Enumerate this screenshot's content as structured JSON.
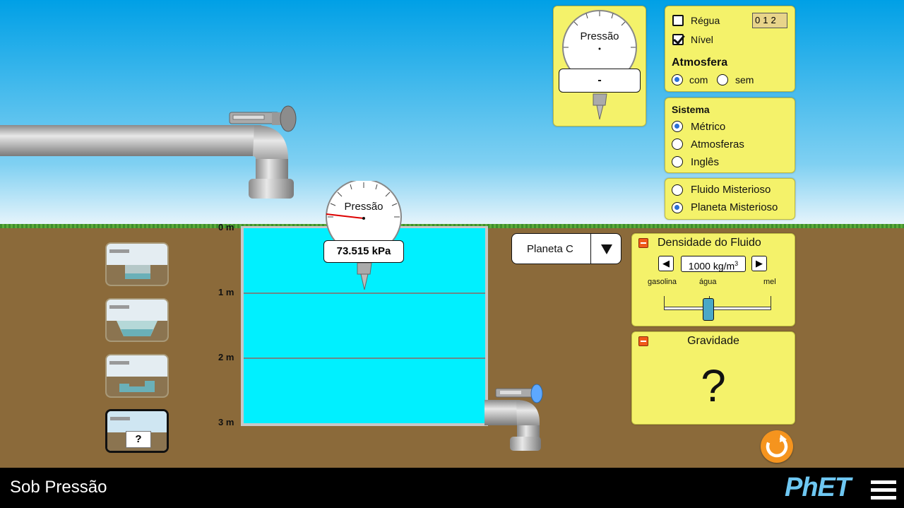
{
  "app": {
    "title": "Sob Pressão",
    "logo": "PhET"
  },
  "depth_labels": [
    "0 m",
    "1 m",
    "2 m",
    "3 m"
  ],
  "gauge_toolbox": {
    "label": "Pressão",
    "reading": "-"
  },
  "gauge_pool": {
    "label": "Pressão",
    "reading": "73.515 kPa"
  },
  "options": {
    "ruler_label": "Régua",
    "ruler_checked": false,
    "ruler_icon_ticks": [
      "0",
      "1",
      "2"
    ],
    "level_label": "Nível",
    "level_checked": true,
    "atmosphere_title": "Atmosfera",
    "atmosphere_on": "com",
    "atmosphere_off": "sem",
    "atmosphere_selected": "com"
  },
  "units": {
    "title": "Sistema",
    "items": [
      "Métrico",
      "Atmosferas",
      "Inglês"
    ],
    "selected": "Métrico"
  },
  "mystery": {
    "items": [
      "Fluido Misterioso",
      "Planeta Misterioso"
    ],
    "selected": "Planeta Misterioso"
  },
  "planet_select": {
    "value": "Planeta C"
  },
  "fluid_density": {
    "title": "Densidade do Fluido",
    "value": "1000 kg/m",
    "value_sup": "3",
    "labels": [
      "gasolina",
      "água",
      "mel"
    ],
    "slider_position": 0.43
  },
  "gravity": {
    "title": "Gravidade",
    "value": "?"
  },
  "scene_buttons": [
    {
      "name": "scene-1-button",
      "label": ""
    },
    {
      "name": "scene-2-button",
      "label": ""
    },
    {
      "name": "scene-3-button",
      "label": ""
    },
    {
      "name": "scene-4-button",
      "label": "?"
    }
  ],
  "colors": {
    "panel": "#f4f26a",
    "water": "#00f0ff",
    "ground": "#8b6a3a",
    "sky": "#00a0e6",
    "reset": "#f5941e"
  }
}
